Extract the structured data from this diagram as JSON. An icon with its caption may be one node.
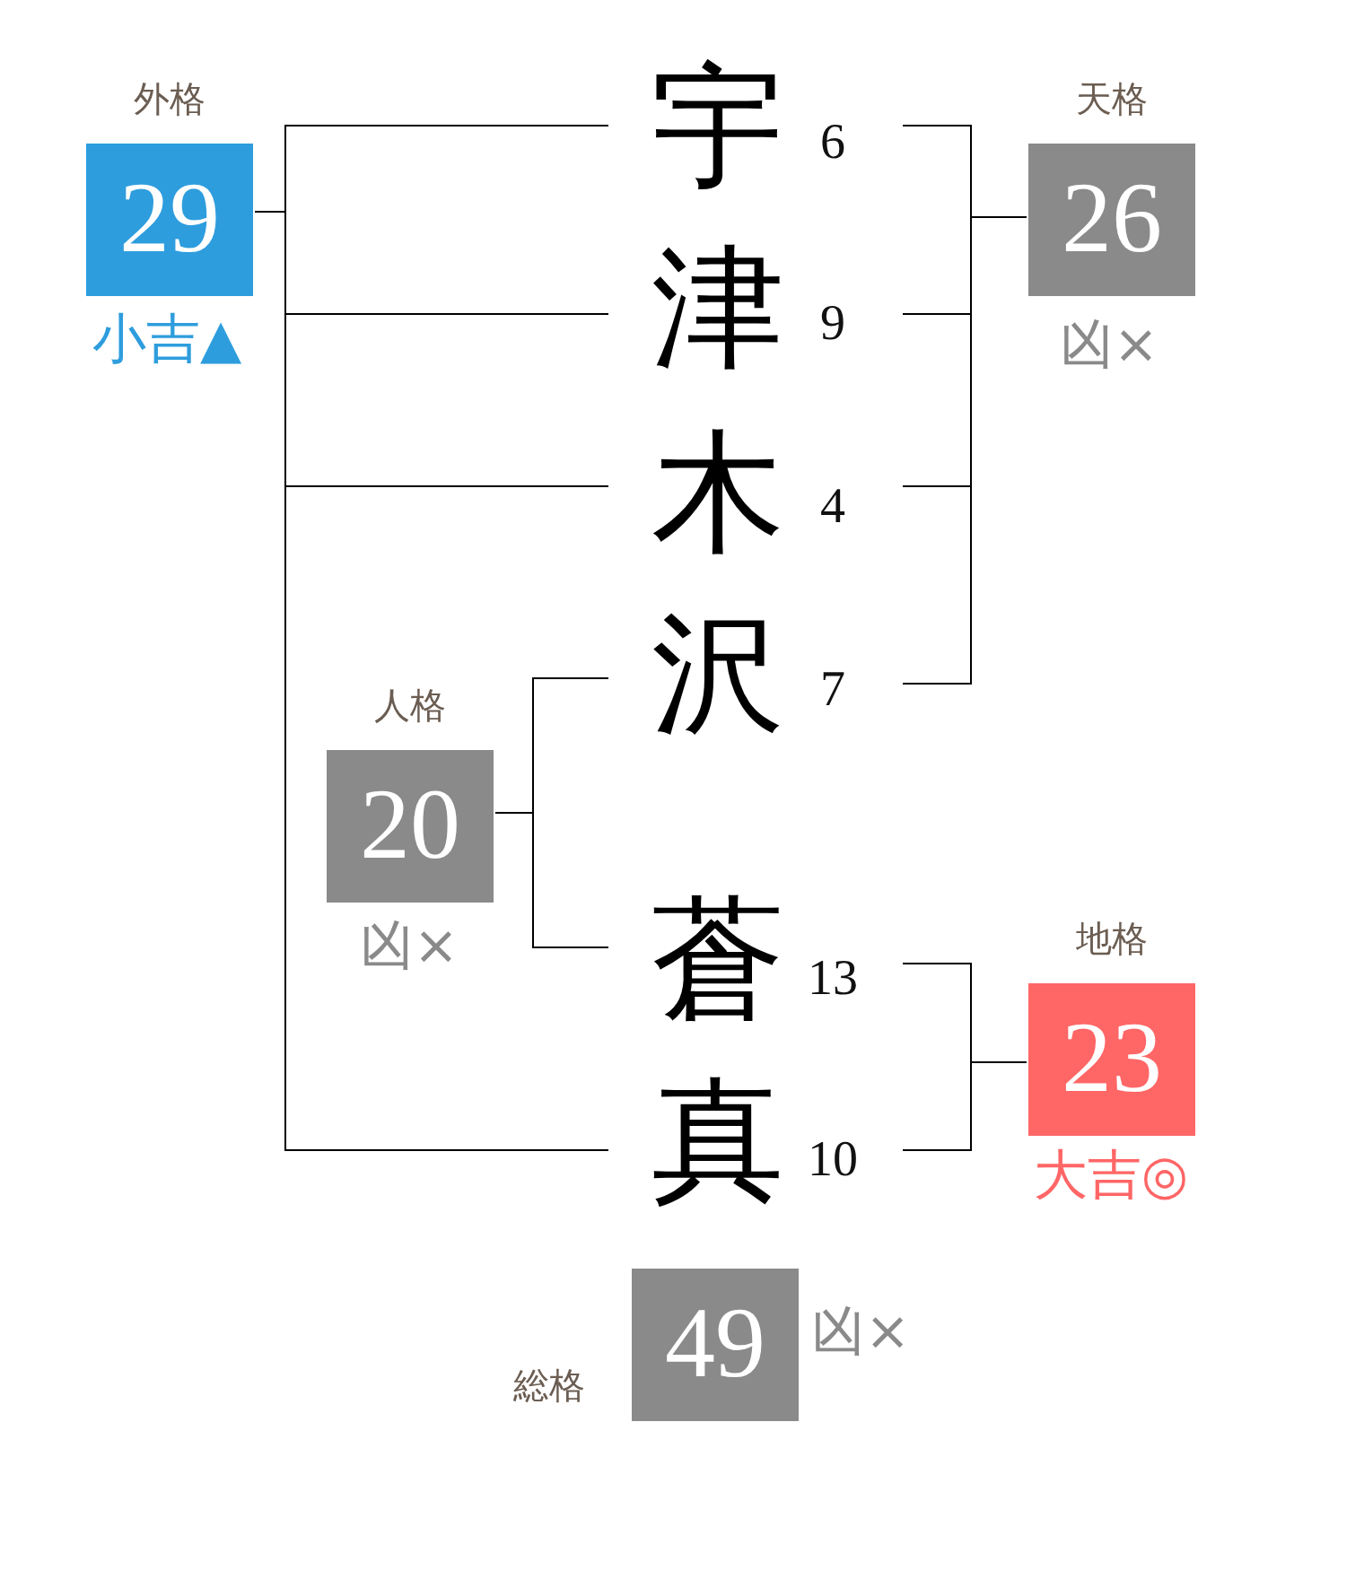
{
  "diagram": {
    "nodes": [
      {
        "text": [
          "外格",
          "29"
        ],
        "beside": [
          "小吉▲"
        ]
      },
      {
        "text": [
          "宇"
        ],
        "beside": [
          "6"
        ]
      },
      {
        "text": [
          "天格",
          "26"
        ],
        "beside": [
          "凶×"
        ]
      },
      {
        "text": [
          "津"
        ],
        "beside": [
          "9"
        ]
      },
      {
        "text": [
          "木"
        ],
        "beside": [
          "4"
        ]
      },
      {
        "text": [
          "沢"
        ],
        "beside": [
          "7"
        ]
      },
      {
        "text": [
          "人格",
          "20"
        ],
        "beside": [
          "凶×"
        ]
      },
      {
        "text": [
          "蒼"
        ],
        "beside": [
          "13"
        ]
      },
      {
        "text": [
          "地格",
          "23"
        ],
        "beside": [
          "大吉◎"
        ]
      },
      {
        "text": [
          "真"
        ],
        "beside": [
          "10"
        ]
      },
      {
        "text": [
          "総格",
          "49"
        ],
        "beside": [
          "凶×"
        ]
      }
    ],
    "edges": [
      {
        "from": 0,
        "to": 1,
        "arrow": "none"
      },
      {
        "from": 0,
        "to": 3,
        "arrow": "none"
      },
      {
        "from": 0,
        "to": 4,
        "arrow": "none"
      },
      {
        "from": 0,
        "to": 9,
        "arrow": "none"
      },
      {
        "from": 2,
        "to": 1,
        "arrow": "none"
      },
      {
        "from": 2,
        "to": 3,
        "arrow": "none"
      },
      {
        "from": 2,
        "to": 4,
        "arrow": "none"
      },
      {
        "from": 2,
        "to": 5,
        "arrow": "none"
      },
      {
        "from": 6,
        "to": 5,
        "arrow": "none"
      },
      {
        "from": 6,
        "to": 7,
        "arrow": "none"
      },
      {
        "from": 8,
        "to": 7,
        "arrow": "none"
      },
      {
        "from": 8,
        "to": 9,
        "arrow": "none"
      }
    ]
  }
}
